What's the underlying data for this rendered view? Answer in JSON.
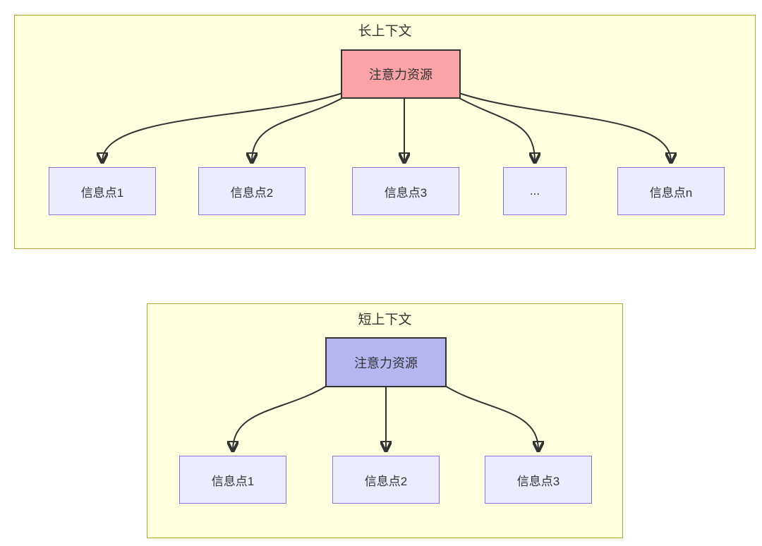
{
  "diagrams": [
    {
      "title": "长上下文",
      "hub": "注意力资源",
      "nodes": [
        "信息点1",
        "信息点2",
        "信息点3",
        "...",
        "信息点n"
      ]
    },
    {
      "title": "短上下文",
      "hub": "注意力资源",
      "nodes": [
        "信息点1",
        "信息点2",
        "信息点3"
      ]
    }
  ],
  "colors": {
    "container_fill": "#FEFFDE",
    "container_border": "#AAAA33",
    "node_fill": "#ECECFF",
    "node_border": "#9370DB",
    "hub_long_fill": "#F9A3A9",
    "hub_short_fill": "#B5B5F2",
    "hub_border": "#333333",
    "arrow": "#333333",
    "text": "#333333"
  }
}
